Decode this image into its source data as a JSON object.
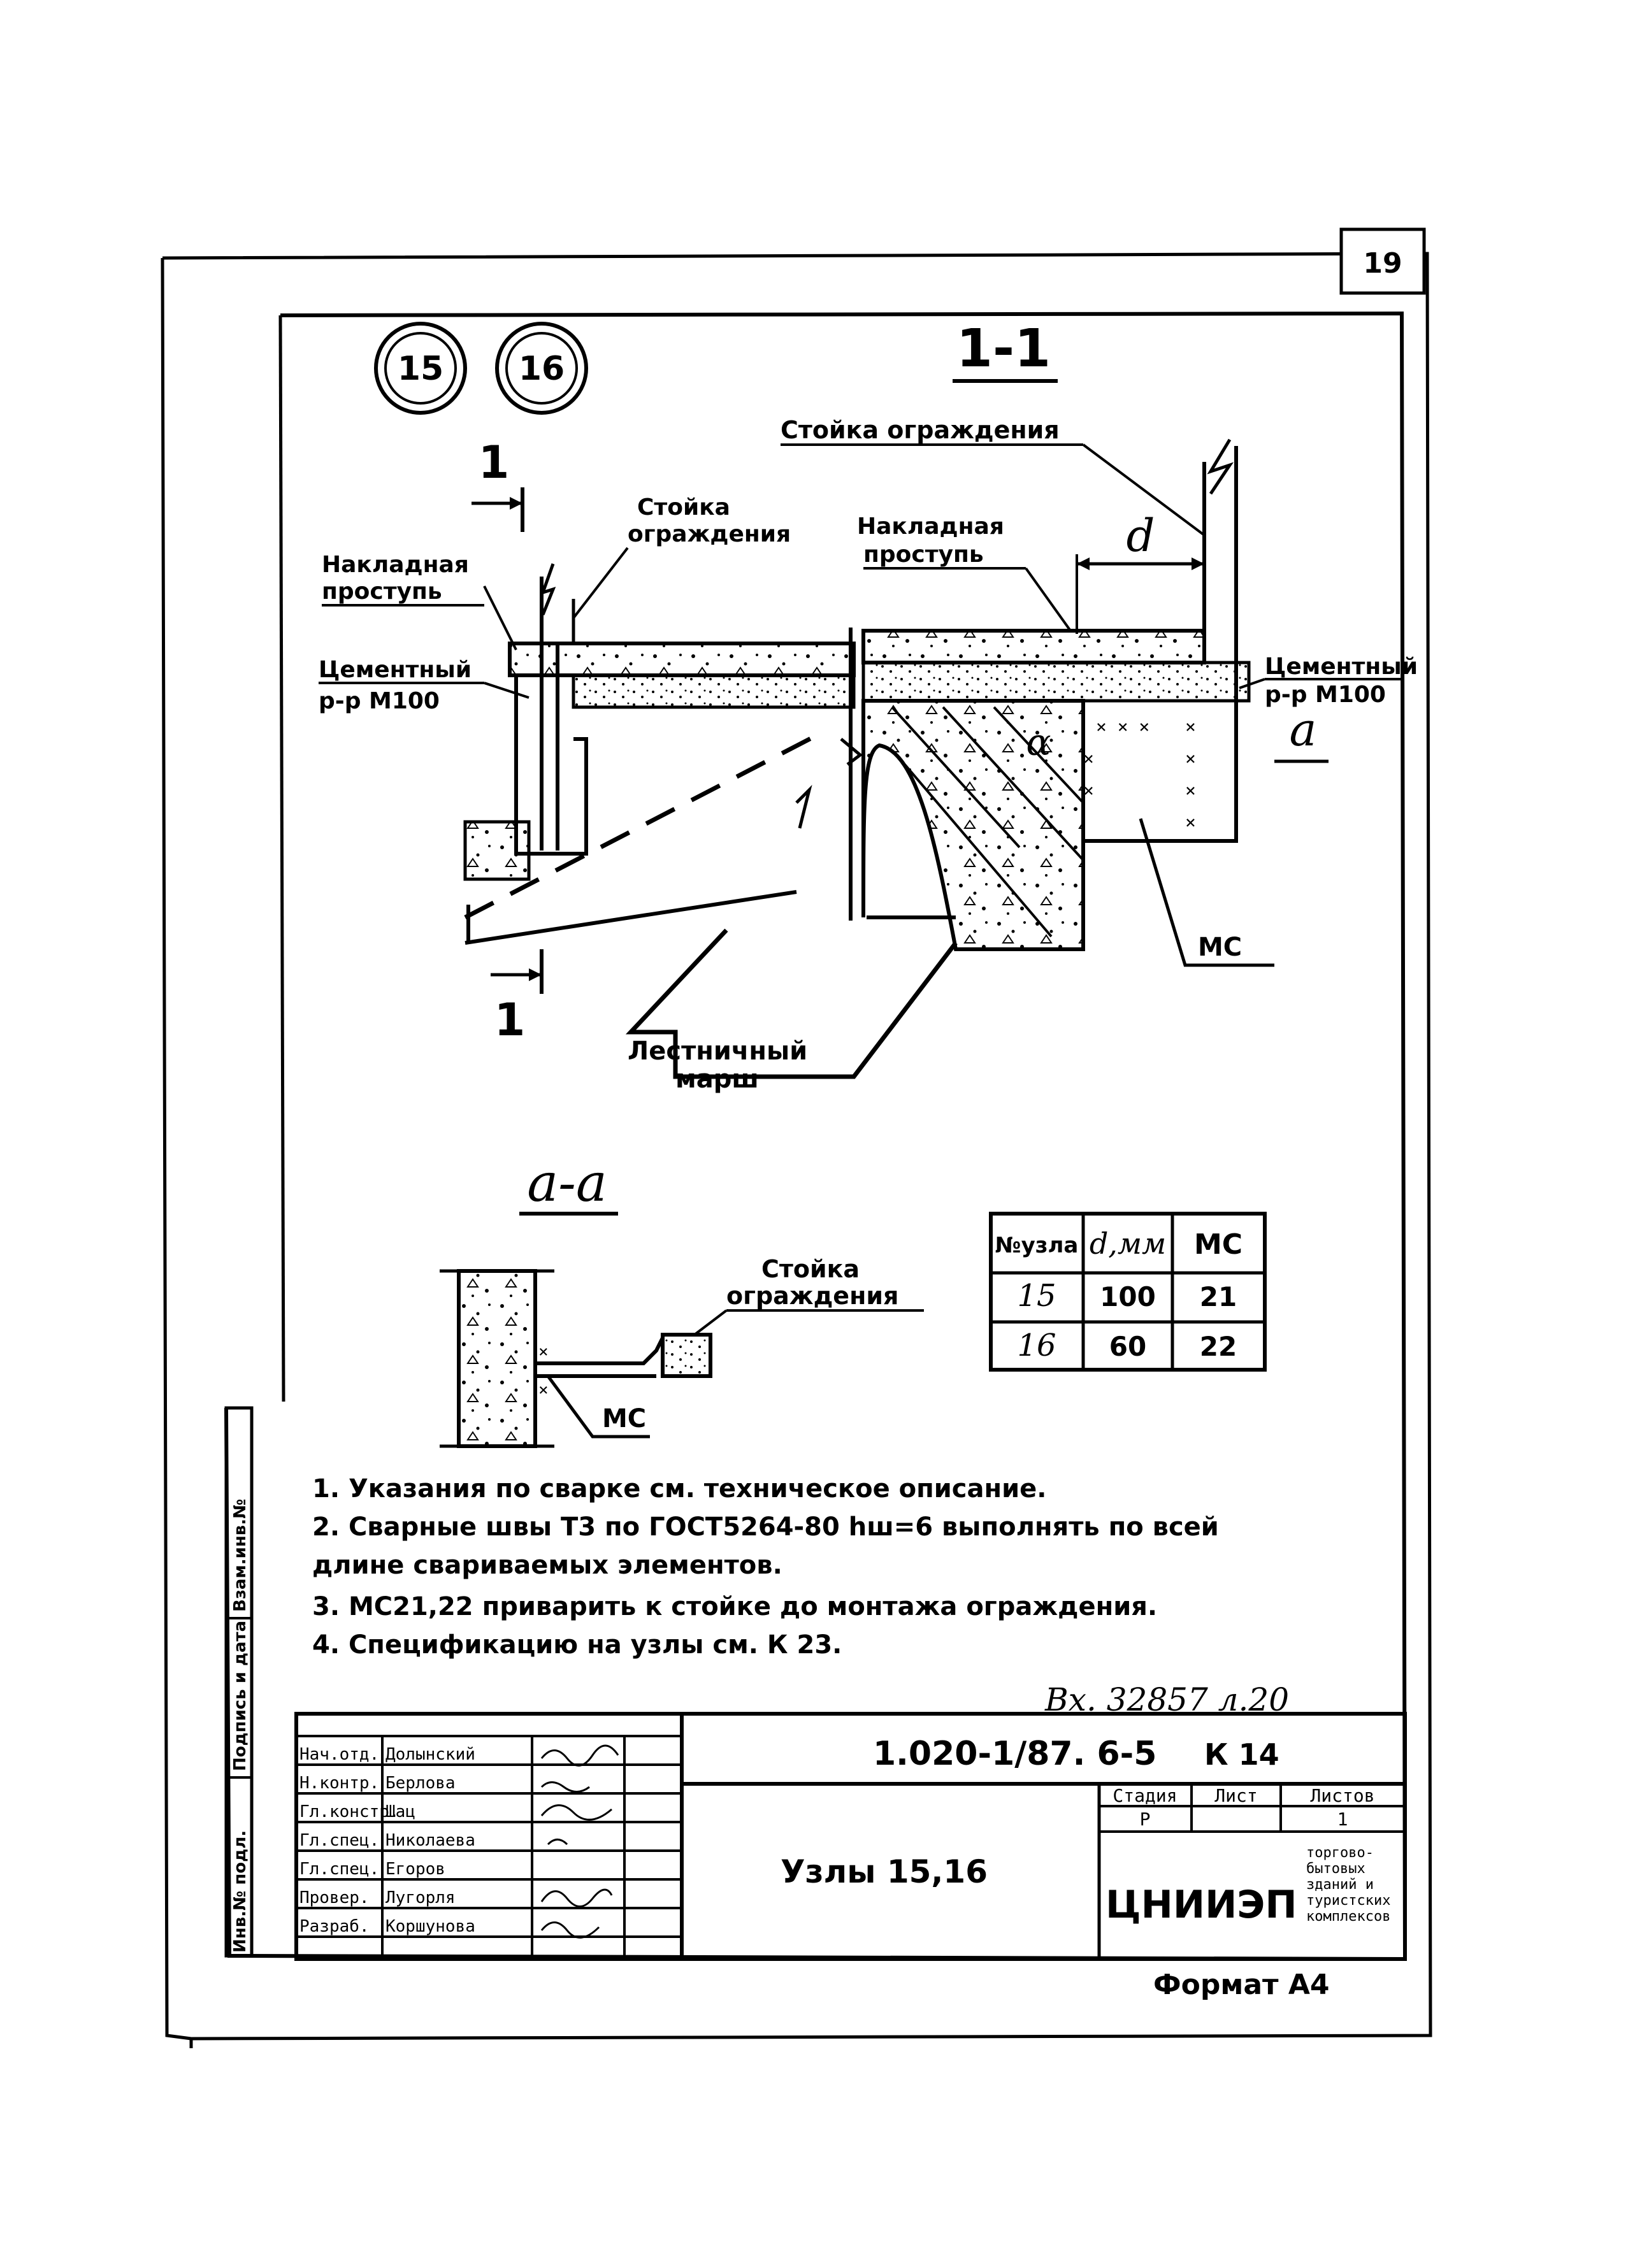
{
  "sheet": {
    "number": "19",
    "node_markers": [
      "15",
      "16"
    ],
    "format": "Формат А4",
    "inventory": "Вх. 32857 л.20"
  },
  "section_1_1": {
    "title": "1-1",
    "cut_mark_top": "1",
    "cut_mark_bottom": "1",
    "labels": {
      "post_left_1": "Стойка",
      "post_left_2": "ограждения",
      "tread_left_1": "Накладная",
      "tread_left_2": "проступь",
      "mortar_left_1": "Цементный",
      "mortar_left_2": "р-р М100",
      "post_right": "Стойка ограждения",
      "tread_right_1": "Накладная",
      "tread_right_2": "проступь",
      "dim_d": "d",
      "mortar_right_1": "Цементный",
      "mortar_right_2": "р-р М100",
      "section_a": "а",
      "alpha": "α",
      "ms": "МС",
      "stair_1": "Лестничный",
      "stair_2": "марш"
    }
  },
  "section_a_a": {
    "title": "а-а",
    "post_1": "Стойка",
    "post_2": "ограждения",
    "ms": "МС"
  },
  "spec_table": {
    "headers": [
      "№узла",
      "d,мм",
      "МС"
    ],
    "rows": [
      [
        "15",
        "100",
        "21"
      ],
      [
        "16",
        "60",
        "22"
      ]
    ]
  },
  "notes": [
    "1. Указания по сварке см. техническое описание.",
    "2. Сварные швы Т3 по ГОСТ5264-80 hш=6 выполнять по всей",
    "длине свариваемых элементов.",
    "3. МС21,22 приварить к стойке до монтажа ограждения.",
    "4. Спецификацию на узлы см. К 23."
  ],
  "title_block": {
    "code": "1.020-1/87. 6-5",
    "sheet_code": "К 14",
    "title": "Узлы 15,16",
    "stage_header": "Стадия",
    "sheet_header": "Лист",
    "sheets_header": "Листов",
    "stage": "Р",
    "sheet_num": "",
    "sheets_num": "1",
    "org": "ЦНИИЭП",
    "org_desc": [
      "торгово-",
      "бытовых",
      "зданий и",
      "туристских",
      "комплексов"
    ],
    "signers": [
      {
        "role": "Нач.отд.",
        "name": "Долынский"
      },
      {
        "role": "Н.контр.",
        "name": "Берлова"
      },
      {
        "role": "Гл.констр.",
        "name": "Шац"
      },
      {
        "role": "Гл.спец.",
        "name": "Николаева"
      },
      {
        "role": "Гл.спец.",
        "name": "Егоров"
      },
      {
        "role": "Провер.",
        "name": "Лугорля"
      },
      {
        "role": "Разраб.",
        "name": "Коршунова"
      }
    ],
    "side_stamp": [
      "Инв.№ подл.",
      "Подпись и дата",
      "Взам.инв.№"
    ]
  }
}
